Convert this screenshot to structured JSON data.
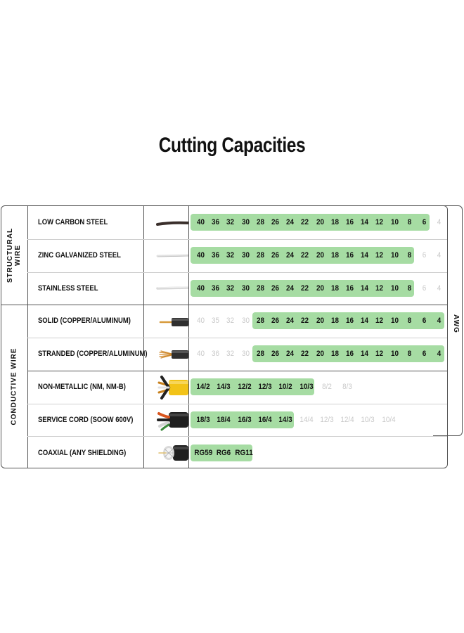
{
  "title": "Cutting Capacities",
  "awg_label": "AWG",
  "groups": [
    {
      "label": "STRUCTURAL WIRE",
      "line1": "STRUCTURAL",
      "line2": "WIRE"
    },
    {
      "label": "CONDUCTIVE WIRE"
    }
  ],
  "colors": {
    "highlight": "#a6dca3",
    "inactive_text": "#c9c9c9",
    "border": "#555555"
  },
  "rows": [
    {
      "name": "LOW CARBON STEEL",
      "icon": "dark-steel-wire-icon",
      "cells": [
        [
          "40",
          1
        ],
        [
          "36",
          1
        ],
        [
          "32",
          1
        ],
        [
          "30",
          1
        ],
        [
          "28",
          1
        ],
        [
          "26",
          1
        ],
        [
          "24",
          1
        ],
        [
          "22",
          1
        ],
        [
          "20",
          1
        ],
        [
          "18",
          1
        ],
        [
          "16",
          1
        ],
        [
          "14",
          1
        ],
        [
          "12",
          1
        ],
        [
          "10",
          1
        ],
        [
          "8",
          1
        ],
        [
          "6",
          1
        ],
        [
          "4",
          0
        ]
      ]
    },
    {
      "name": "ZINC GALVANIZED STEEL",
      "icon": "galvanized-wire-icon",
      "cells": [
        [
          "40",
          1
        ],
        [
          "36",
          1
        ],
        [
          "32",
          1
        ],
        [
          "30",
          1
        ],
        [
          "28",
          1
        ],
        [
          "26",
          1
        ],
        [
          "24",
          1
        ],
        [
          "22",
          1
        ],
        [
          "20",
          1
        ],
        [
          "18",
          1
        ],
        [
          "16",
          1
        ],
        [
          "14",
          1
        ],
        [
          "12",
          1
        ],
        [
          "10",
          1
        ],
        [
          "8",
          1
        ],
        [
          "6",
          0
        ],
        [
          "4",
          0
        ]
      ]
    },
    {
      "name": "STAINLESS STEEL",
      "icon": "stainless-wire-icon",
      "cells": [
        [
          "40",
          1
        ],
        [
          "36",
          1
        ],
        [
          "32",
          1
        ],
        [
          "30",
          1
        ],
        [
          "28",
          1
        ],
        [
          "26",
          1
        ],
        [
          "24",
          1
        ],
        [
          "22",
          1
        ],
        [
          "20",
          1
        ],
        [
          "18",
          1
        ],
        [
          "16",
          1
        ],
        [
          "14",
          1
        ],
        [
          "12",
          1
        ],
        [
          "10",
          1
        ],
        [
          "8",
          1
        ],
        [
          "6",
          0
        ],
        [
          "4",
          0
        ]
      ]
    },
    {
      "name": "SOLID (COPPER/ALUMINUM)",
      "icon": "solid-copper-wire-icon",
      "cells": [
        [
          "40",
          0
        ],
        [
          "35",
          0
        ],
        [
          "32",
          0
        ],
        [
          "30",
          0
        ],
        [
          "28",
          1
        ],
        [
          "26",
          1
        ],
        [
          "24",
          1
        ],
        [
          "22",
          1
        ],
        [
          "20",
          1
        ],
        [
          "18",
          1
        ],
        [
          "16",
          1
        ],
        [
          "14",
          1
        ],
        [
          "12",
          1
        ],
        [
          "10",
          1
        ],
        [
          "8",
          1
        ],
        [
          "6",
          1
        ],
        [
          "4",
          1
        ]
      ]
    },
    {
      "name": "STRANDED (COPPER/ALUMINUM)",
      "icon": "stranded-copper-wire-icon",
      "cells": [
        [
          "40",
          0
        ],
        [
          "36",
          0
        ],
        [
          "32",
          0
        ],
        [
          "30",
          0
        ],
        [
          "28",
          1
        ],
        [
          "26",
          1
        ],
        [
          "24",
          1
        ],
        [
          "22",
          1
        ],
        [
          "20",
          1
        ],
        [
          "18",
          1
        ],
        [
          "16",
          1
        ],
        [
          "14",
          1
        ],
        [
          "12",
          1
        ],
        [
          "10",
          1
        ],
        [
          "8",
          1
        ],
        [
          "6",
          1
        ],
        [
          "4",
          1
        ]
      ]
    },
    {
      "name": "NON-METALLIC (NM, NM-B)",
      "icon": "nm-cable-icon",
      "cells": [
        [
          "14/2",
          1
        ],
        [
          "14/3",
          1
        ],
        [
          "12/2",
          1
        ],
        [
          "12/3",
          1
        ],
        [
          "10/2",
          1
        ],
        [
          "10/3",
          1
        ],
        [
          "8/2",
          0
        ],
        [
          "8/3",
          0
        ]
      ]
    },
    {
      "name": "SERVICE CORD (SOOW 600V)",
      "icon": "service-cord-icon",
      "cells": [
        [
          "18/3",
          1
        ],
        [
          "18/4",
          1
        ],
        [
          "16/3",
          1
        ],
        [
          "16/4",
          1
        ],
        [
          "14/3",
          1
        ],
        [
          "14/4",
          0
        ],
        [
          "12/3",
          0
        ],
        [
          "12/4",
          0
        ],
        [
          "10/3",
          0
        ],
        [
          "10/4",
          0
        ]
      ]
    },
    {
      "name": "COAXIAL (ANY SHIELDING)",
      "icon": "coaxial-cable-icon",
      "cells": [
        [
          "RG59",
          1
        ],
        [
          "RG6",
          1
        ],
        [
          "RG11",
          1
        ]
      ]
    }
  ]
}
